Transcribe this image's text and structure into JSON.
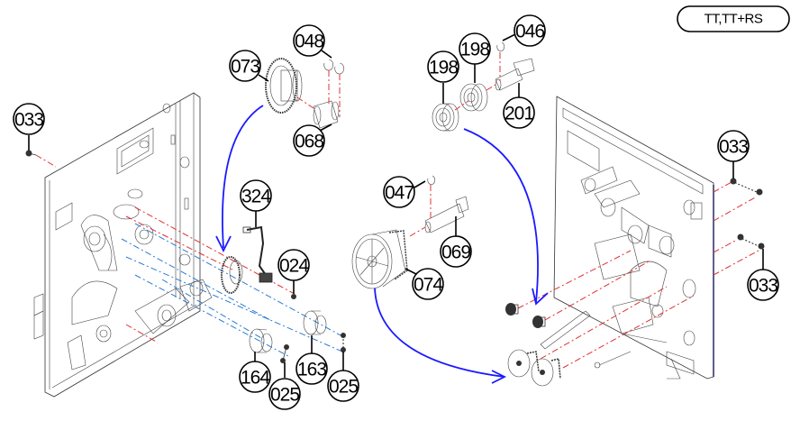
{
  "badge": {
    "label": "TT,TT+RS"
  },
  "callouts": [
    {
      "id": "033",
      "label": "033",
      "part": "screw"
    },
    {
      "id": "073",
      "label": "073",
      "part": "gear"
    },
    {
      "id": "048a",
      "label": "048",
      "part": "e-ring"
    },
    {
      "id": "068",
      "label": "068",
      "part": "shaft"
    },
    {
      "id": "324",
      "label": "324",
      "part": "sensor-harness"
    },
    {
      "id": "024",
      "label": "024",
      "part": "screw"
    },
    {
      "id": "164",
      "label": "164",
      "part": "bushing"
    },
    {
      "id": "025a",
      "label": "025",
      "part": "screw"
    },
    {
      "id": "163",
      "label": "163",
      "part": "bushing"
    },
    {
      "id": "025b",
      "label": "025",
      "part": "screw"
    },
    {
      "id": "198a",
      "label": "198",
      "part": "bearing"
    },
    {
      "id": "198b",
      "label": "198",
      "part": "bearing"
    },
    {
      "id": "046",
      "label": "046",
      "part": "e-ring"
    },
    {
      "id": "201",
      "label": "201",
      "part": "shaft"
    },
    {
      "id": "047",
      "label": "047",
      "part": "e-ring"
    },
    {
      "id": "069",
      "label": "069",
      "part": "shaft"
    },
    {
      "id": "074",
      "label": "074",
      "part": "pulley-gear"
    },
    {
      "id": "033b",
      "label": "033",
      "part": "screw"
    },
    {
      "id": "033c",
      "label": "033",
      "part": "screw"
    }
  ],
  "colors": {
    "assembly_arrow": "#1a1aff",
    "axis_red": "#e03030",
    "axis_blue": "#2b7bd0",
    "line": "#333333"
  }
}
